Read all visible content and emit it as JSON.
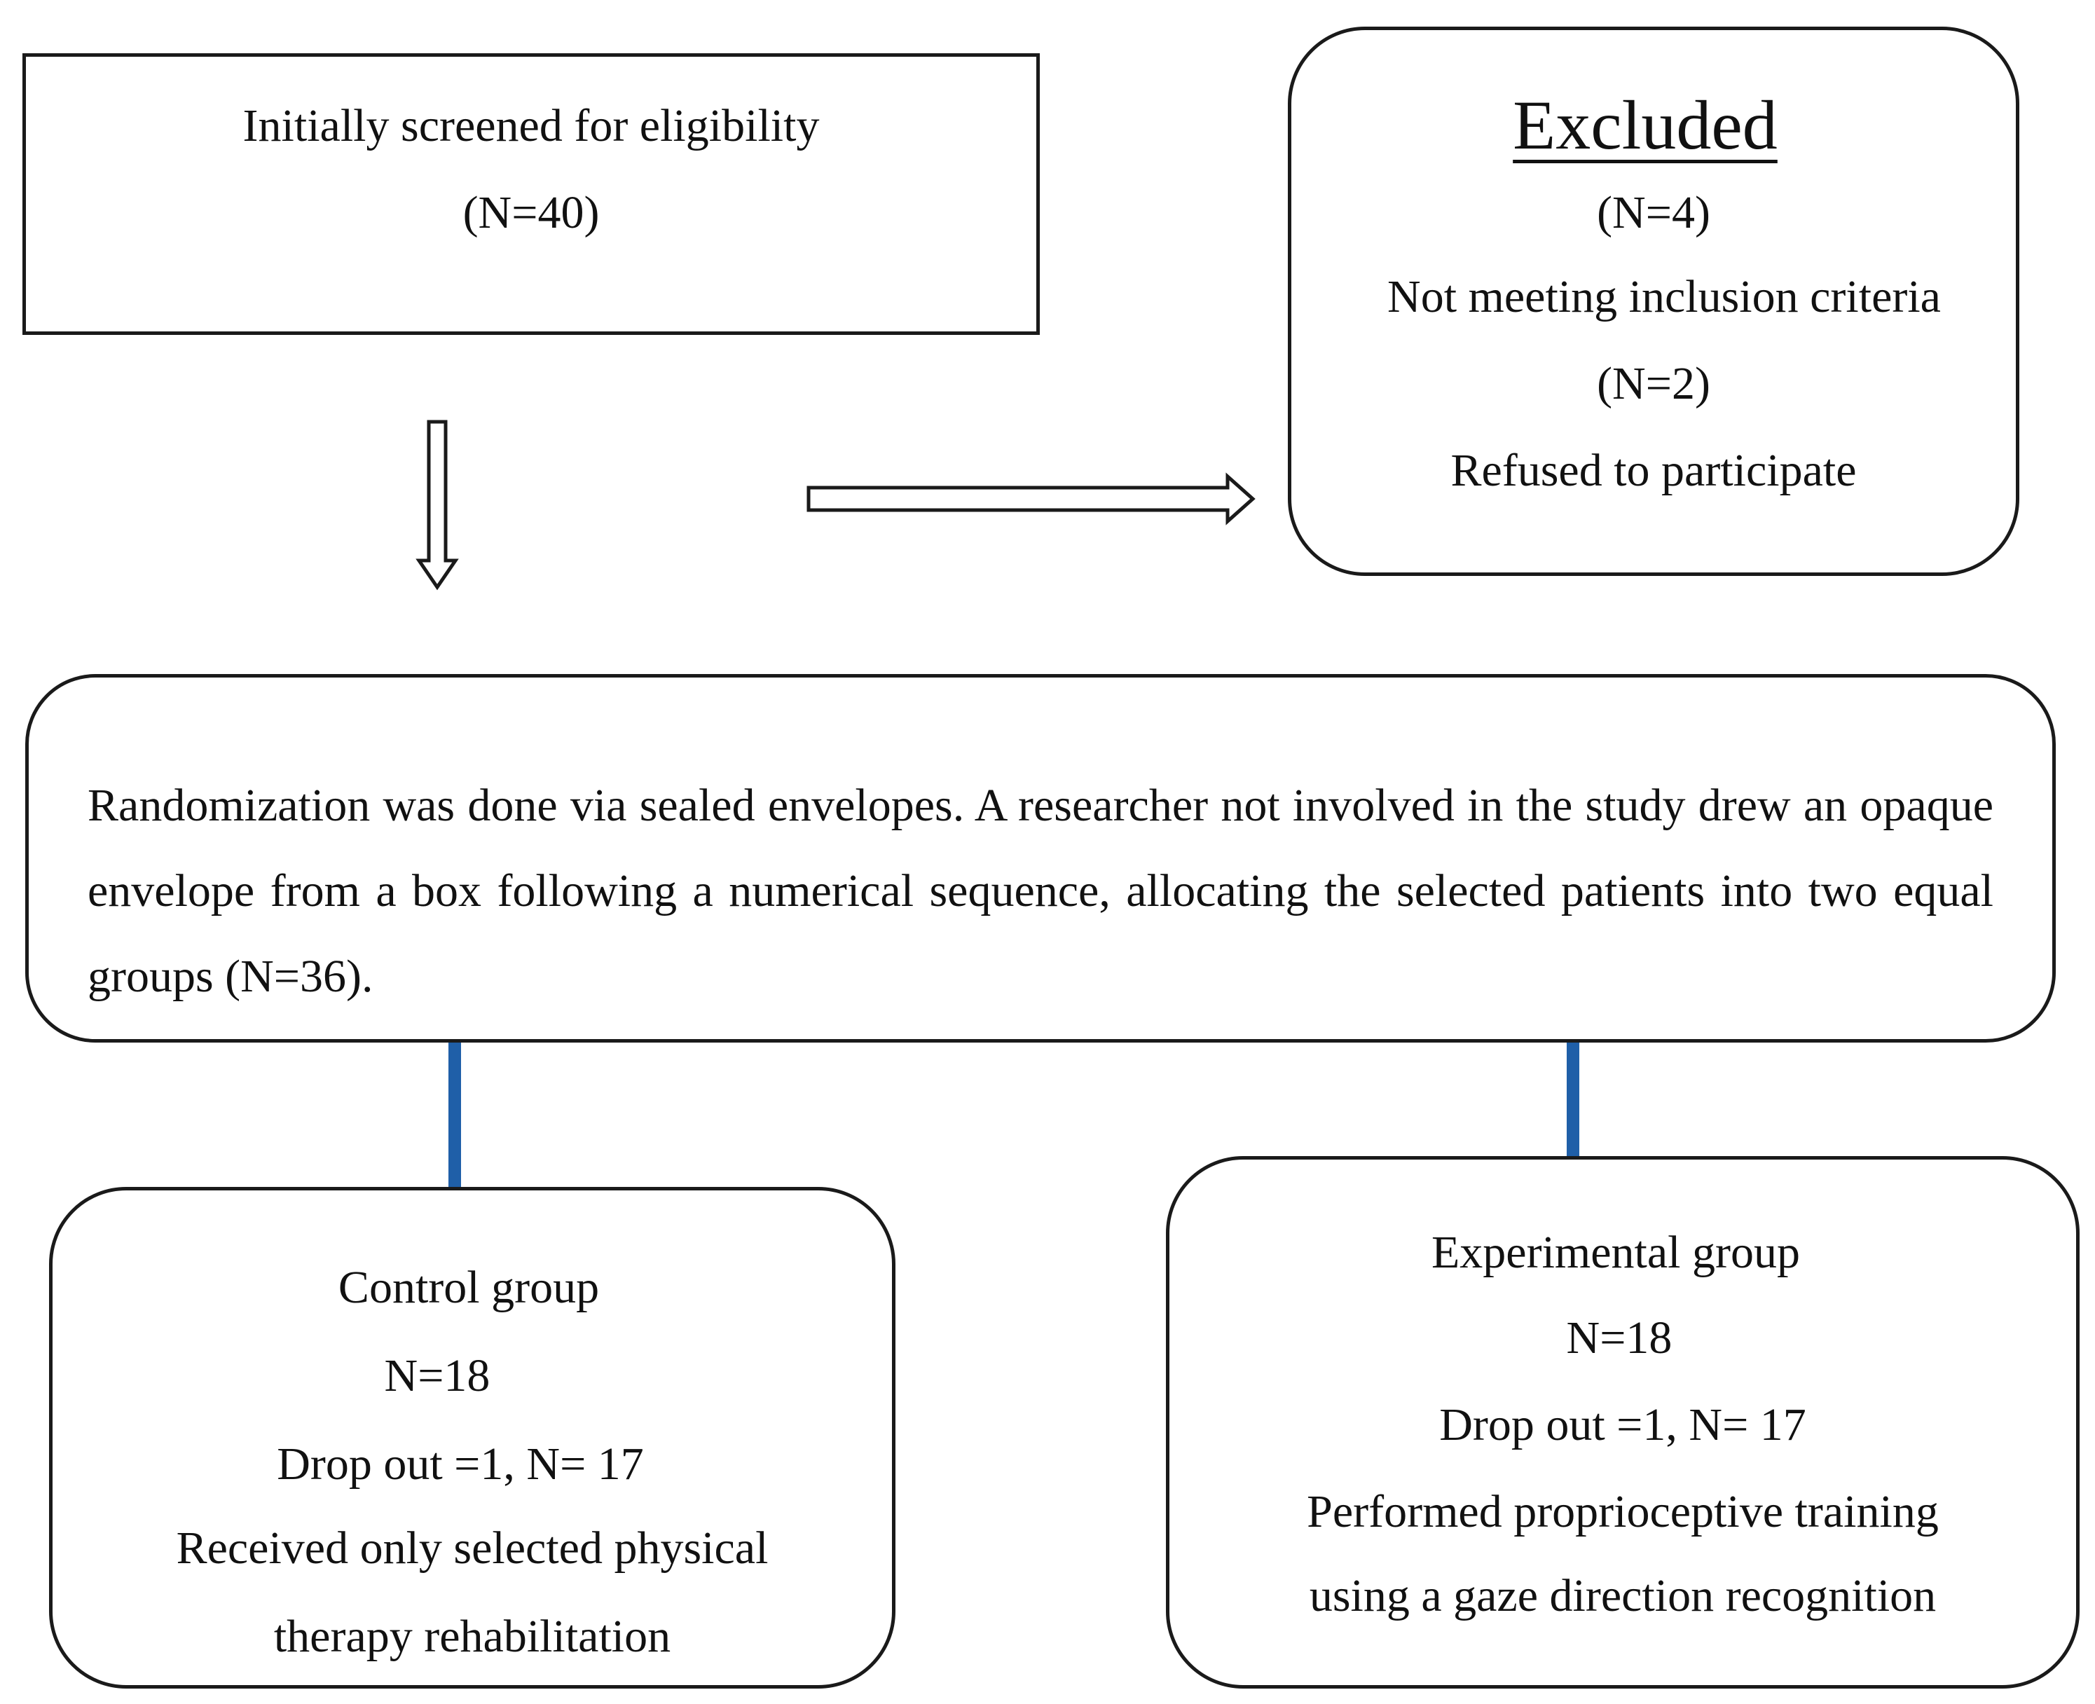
{
  "screened": {
    "line1": "Initially screened for eligibility",
    "line2": "(N=40)"
  },
  "excluded": {
    "title": "Excluded",
    "line1": "(N=4)",
    "line2": "Not meeting inclusion criteria",
    "line3": "(N=2)",
    "line4": "Refused to participate"
  },
  "randomization": {
    "text": "Randomization was done via sealed envelopes. A researcher not involved in the study drew an opaque envelope from a box following a numerical sequence, allocating the selected patients into two equal groups (N=36)."
  },
  "control": {
    "title": "Control group",
    "n": "N=18",
    "dropout": "Drop out =1, N= 17",
    "desc1": "Received only selected physical",
    "desc2": "therapy rehabilitation"
  },
  "experimental": {
    "title": "Experimental group",
    "n": "N=18",
    "dropout": "Drop out =1, N= 17",
    "desc1": "Performed proprioceptive training",
    "desc2": "using a gaze direction recognition"
  },
  "colors": {
    "outline_arrow": "#1a1a1a",
    "allocation_arrow": "#1f5fa8"
  }
}
